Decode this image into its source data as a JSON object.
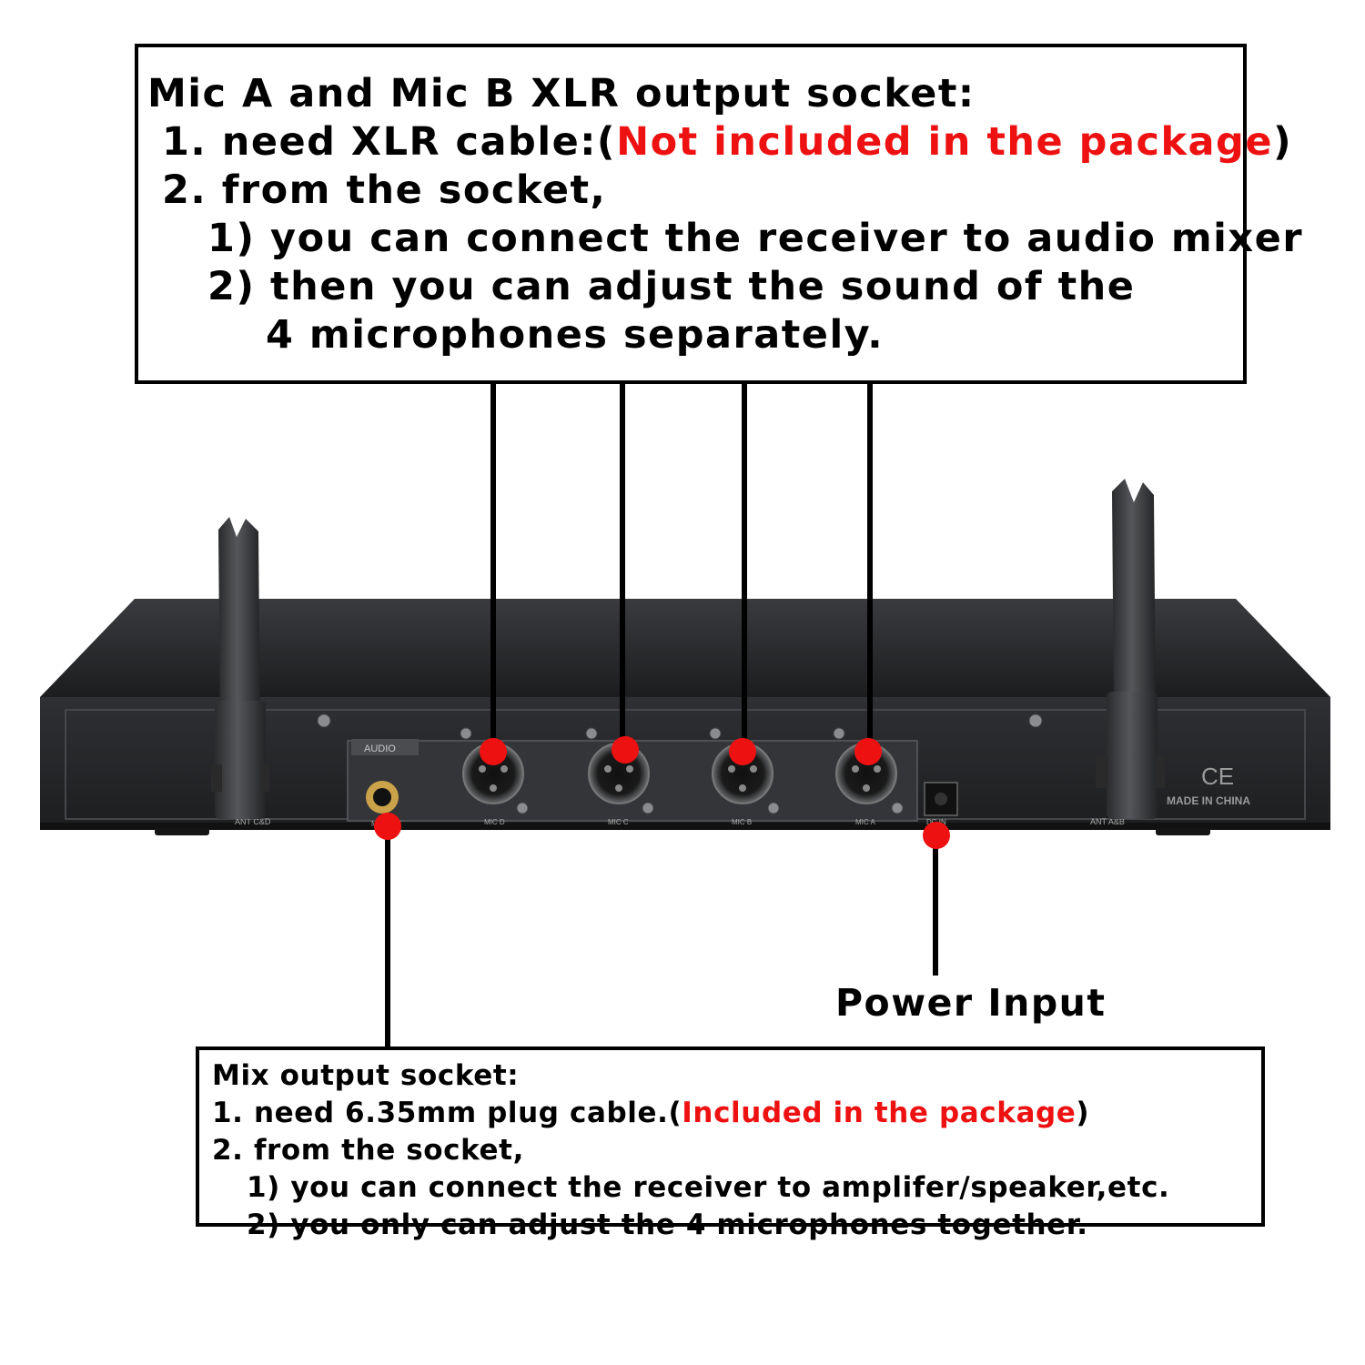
{
  "top_callout": {
    "title": "Mic A and Mic B XLR output socket:",
    "line1_prefix": "1. need XLR cable:(",
    "line1_highlight": "Not included in the package",
    "line1_suffix": ")",
    "line2": "2. from the socket,",
    "line3": "1) you can connect the receiver to audio mixer",
    "line4": "2) then you can adjust the sound of the",
    "line5": "4 microphones separately."
  },
  "bottom_callout": {
    "title": "Mix output socket:",
    "line1_prefix": "1. need 6.35mm plug cable.(",
    "line1_highlight": "Included in the package",
    "line1_suffix": ")",
    "line2": "2. from the socket,",
    "line3": "1) you can connect the receiver to amplifer/speaker,etc.",
    "line4": "2) you only can adjust the 4 microphones together."
  },
  "power_label": "Power Input",
  "device": {
    "audio_label": "AUDIO",
    "audio_jack_label": "MIX OUT",
    "mic_d": "MIC D",
    "mic_c": "MIC C",
    "mic_b": "MIC B",
    "mic_a": "MIC A",
    "dc_in": "DC IN",
    "ant_cd": "ANT C&D",
    "ant_ab": "ANT A&B",
    "ce": "CE",
    "made_in": "MADE IN CHINA"
  },
  "colors": {
    "marker": "#ee1111",
    "highlight_text": "#ee1111",
    "device_body": "#2b2c2e"
  }
}
